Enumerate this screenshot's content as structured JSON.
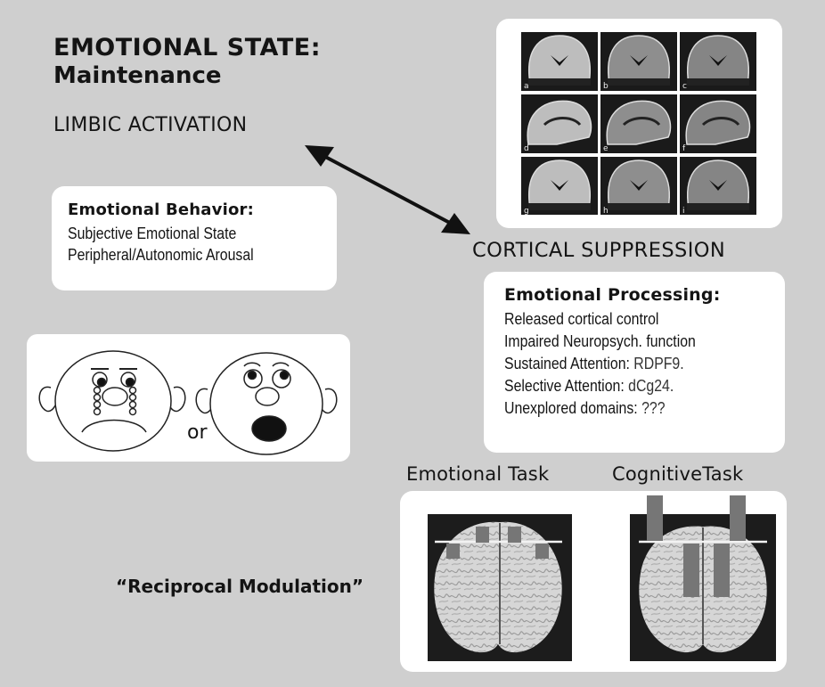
{
  "title": {
    "line1": "EMOTIONAL STATE:",
    "line2": "Maintenance"
  },
  "limbic_label": "LIMBIC ACTIVATION",
  "cortical_label": "CORTICAL SUPPRESSION",
  "arrow": {
    "type": "double-headed",
    "from": "LIMBIC ACTIVATION",
    "to": "CORTICAL SUPPRESSION"
  },
  "behavior_box": {
    "heading": "Emotional Behavior:",
    "lines": [
      "Subjective Emotional State",
      "Peripheral/Autonomic Arousal"
    ]
  },
  "faces_box": {
    "faces": [
      {
        "name": "sad-crying-face",
        "expression": "sad"
      },
      {
        "name": "surprised-face",
        "expression": "surprised"
      }
    ],
    "connector": "or"
  },
  "mri_panel": {
    "description": "3x3 grid of MRI brain scans",
    "rows": [
      {
        "view": "coronal",
        "labels": [
          "a",
          "b",
          "c"
        ]
      },
      {
        "view": "sagittal",
        "labels": [
          "d",
          "e",
          "f"
        ]
      },
      {
        "view": "coronal",
        "labels": [
          "g",
          "h",
          "i"
        ]
      }
    ]
  },
  "processing_box": {
    "heading": "Emotional Processing:",
    "lines": [
      {
        "text": "Released cortical control",
        "value": ""
      },
      {
        "text": "Impaired Neuropsych. function",
        "value": ""
      },
      {
        "text": "Sustained Attention: ",
        "value": "RDPF9."
      },
      {
        "text": "Selective Attention: ",
        "value": "dCg24."
      },
      {
        "text": "Unexplored domains: ",
        "value": "???"
      }
    ]
  },
  "tasks": {
    "emotional": "Emotional Task",
    "cognitive": "CognitiveTask"
  },
  "reciprocal_label": "“Reciprocal Modulation”",
  "colors": {
    "background": "#cfcfcf",
    "card": "#ffffff",
    "text": "#141414",
    "brain_bg": "#1c1c1c",
    "activation_bar": "#7a7a7a"
  }
}
